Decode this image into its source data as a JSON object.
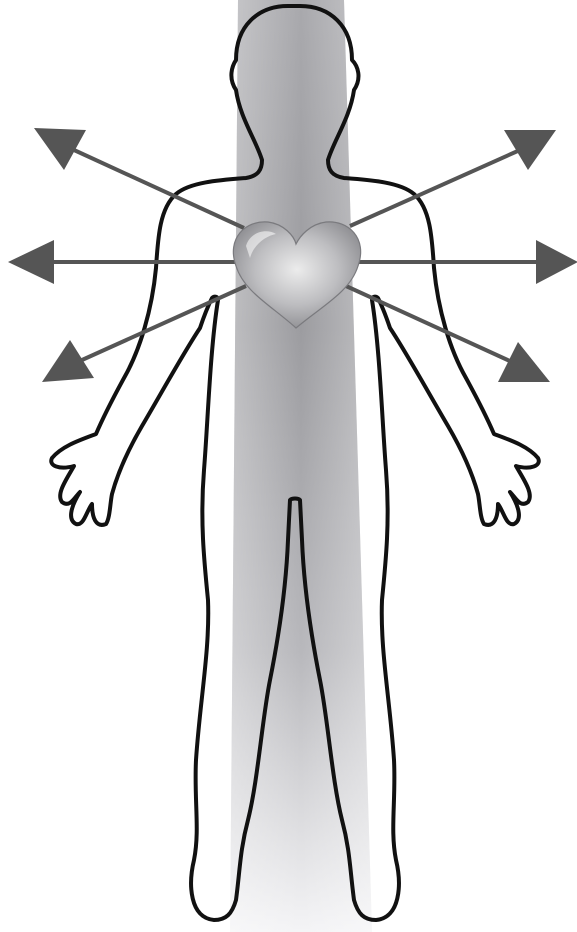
{
  "colors": {
    "background": "#ffffff",
    "body_outline": "#111111",
    "arrow": "#555555",
    "light_column_top": "#a9a9ad",
    "light_column_bottom": "#f4f4f6",
    "heart_center": "#ececec",
    "heart_edge": "#8a8a8e"
  },
  "figure": {
    "type": "human-silhouette",
    "icon": "human-figure-icon"
  },
  "heart": {
    "icon": "heart-icon"
  },
  "column": {
    "description_icon": "light-column-icon"
  },
  "arrows": [
    {
      "name": "arrow-upper-left",
      "direction": "up-left",
      "icon": "arrow-icon"
    },
    {
      "name": "arrow-left",
      "direction": "left",
      "icon": "arrow-icon"
    },
    {
      "name": "arrow-lower-left",
      "direction": "down-left",
      "icon": "arrow-icon"
    },
    {
      "name": "arrow-upper-right",
      "direction": "up-right",
      "icon": "arrow-icon"
    },
    {
      "name": "arrow-right",
      "direction": "right",
      "icon": "arrow-icon"
    },
    {
      "name": "arrow-lower-right",
      "direction": "down-right",
      "icon": "arrow-icon"
    }
  ]
}
